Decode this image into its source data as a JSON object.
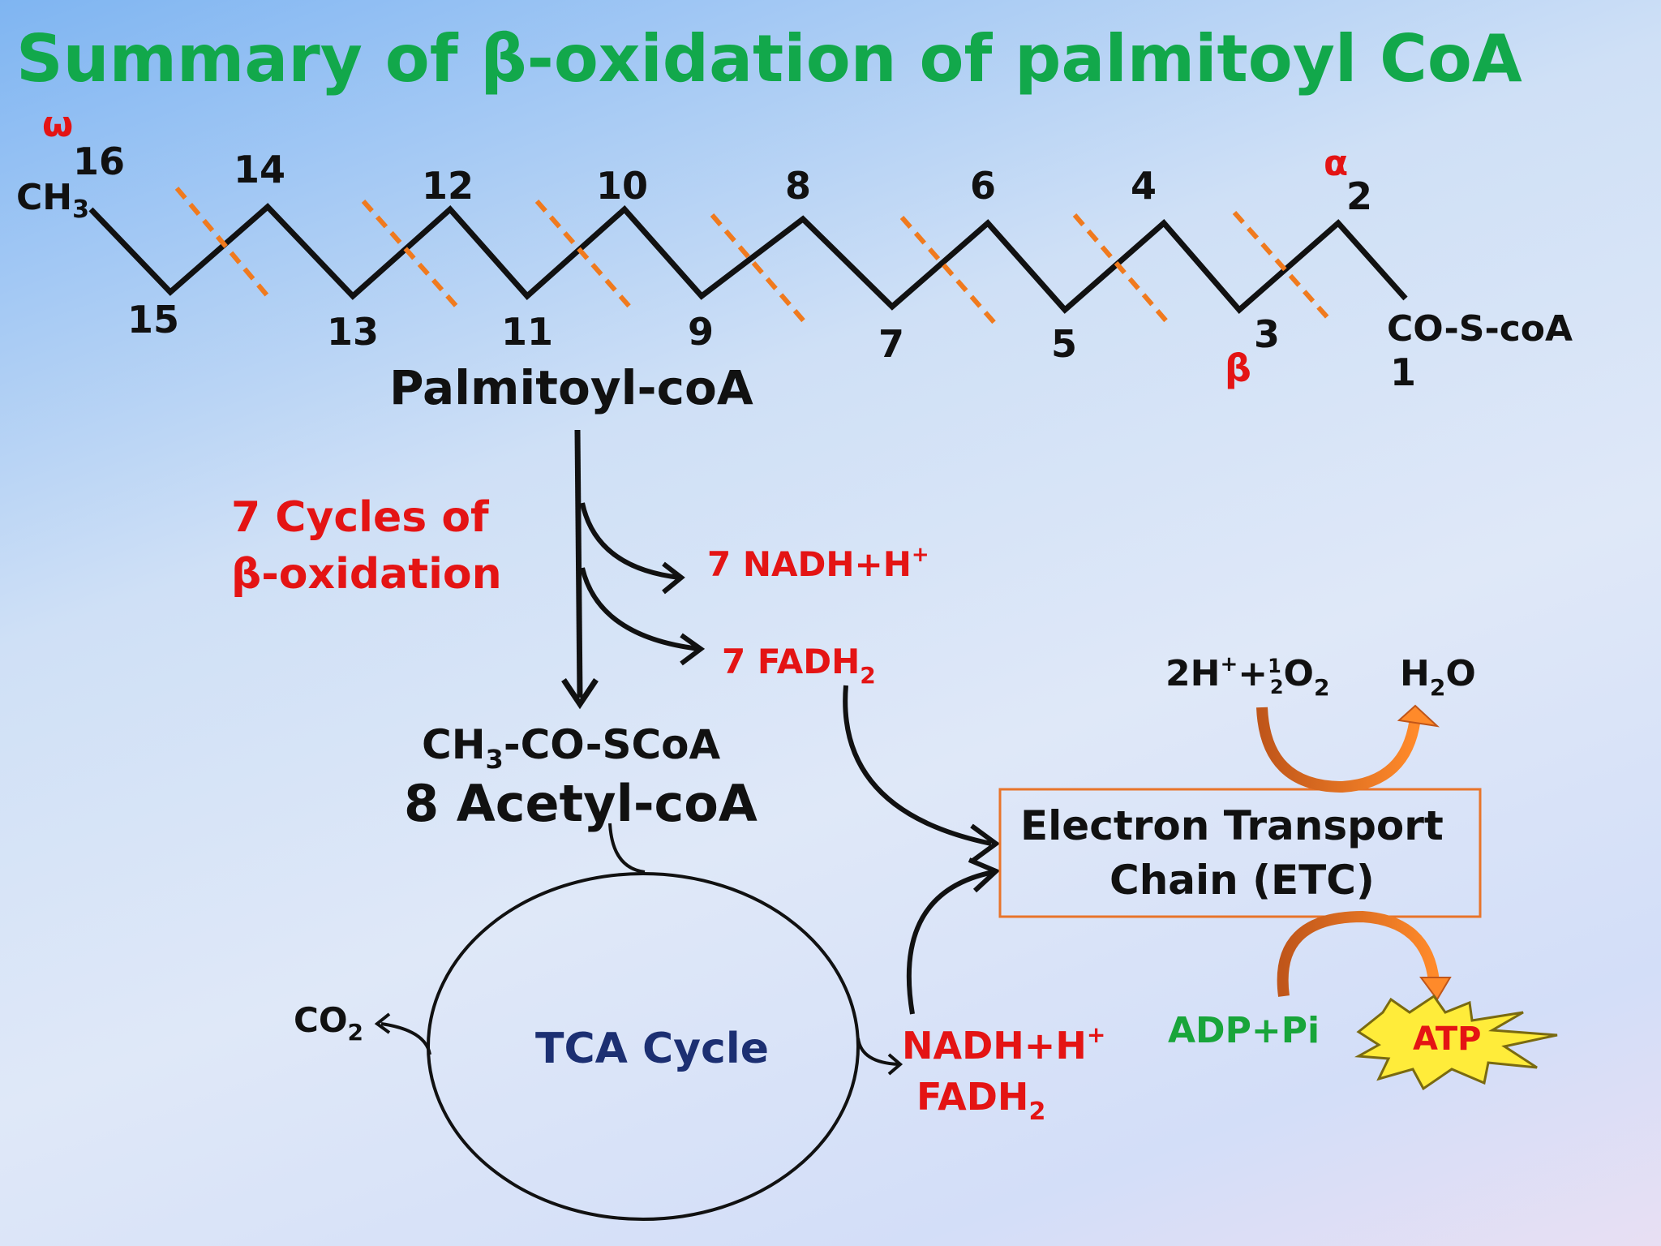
{
  "title": "Summary of β-oxidation of palmitoyl CoA",
  "chain": {
    "omega": "ω",
    "alpha": "α",
    "beta": "β",
    "ch3": "CH",
    "ch3_sub": "3",
    "carbons": [
      "16",
      "15",
      "14",
      "13",
      "12",
      "11",
      "10",
      "9",
      "8",
      "7",
      "6",
      "5",
      "4",
      "3",
      "2",
      "1"
    ],
    "terminal_group": "CO-S-coA",
    "name": "Palmitoyl-coA"
  },
  "cycles": {
    "line1": "7 Cycles of",
    "line2": "β-oxidation"
  },
  "products": {
    "nadh": "7 NADH+H",
    "nadh_sup": "+",
    "fadh": "7 FADH",
    "fadh_sub": "2"
  },
  "acetyl": {
    "formula_a": "CH",
    "formula_sub": "3",
    "formula_b": "-CO-SCoA",
    "name": "8 Acetyl-coA"
  },
  "tca": {
    "label": "TCA Cycle",
    "co2": "CO",
    "co2_sub": "2"
  },
  "tca_products": {
    "nadh": "NADH+H",
    "nadh_sup": "+",
    "fadh": "FADH",
    "fadh_sub": "2"
  },
  "etc": {
    "line1": "Electron Transport",
    "line2": "Chain (ETC)"
  },
  "oxygen": {
    "lhs_a": "2H",
    "lhs_sup": "+",
    "lhs_b": "+",
    "half_num": "1",
    "half_den": "2",
    "lhs_c": "O",
    "lhs_sub": "2",
    "rhs_a": "H",
    "rhs_sub": "2",
    "rhs_b": "O"
  },
  "phosphorylation": {
    "adp": "ADP+Pi",
    "atp": "ATP"
  },
  "colors": {
    "title": "#12a84b",
    "red": "#e41414",
    "cut": "#f07a1e",
    "arrow_orange": "#e8691c",
    "etc_border": "#e8742a",
    "navy": "#1c2f72",
    "atp_star": "#ffec3a"
  }
}
